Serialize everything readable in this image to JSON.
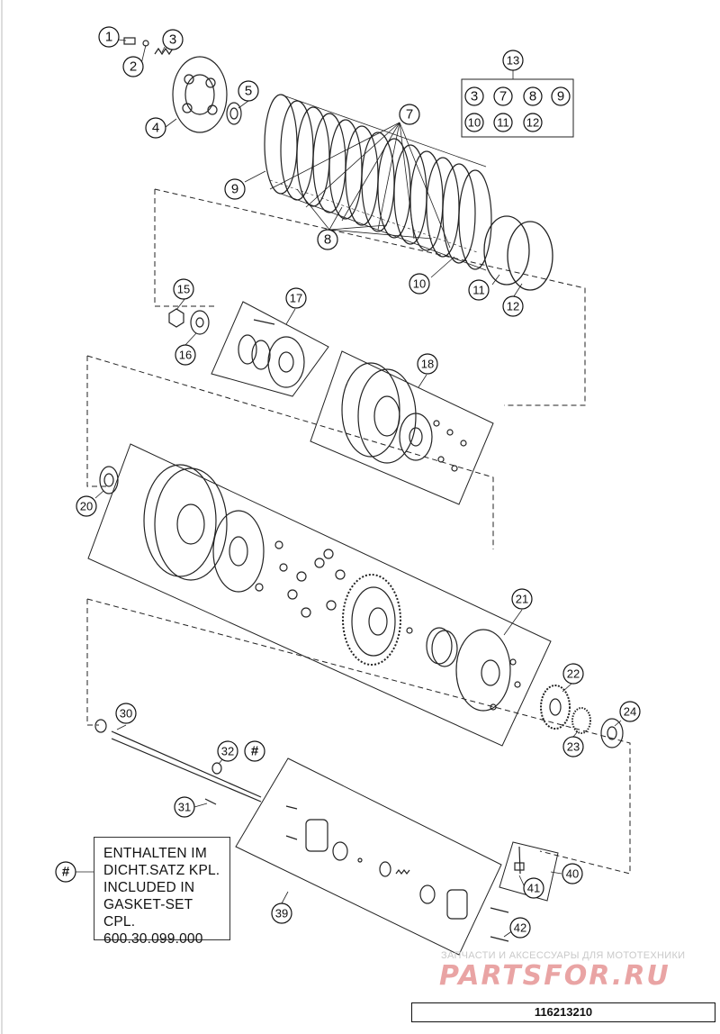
{
  "callouts": {
    "c1": "1",
    "c2": "2",
    "c3": "3",
    "c4": "4",
    "c5": "5",
    "c7": "7",
    "c8": "8",
    "c9": "9",
    "c10": "10",
    "c11": "11",
    "c12": "12",
    "c13": "13",
    "c15": "15",
    "c16": "16",
    "c17": "17",
    "c18": "18",
    "c20": "20",
    "c21": "21",
    "c22": "22",
    "c23": "23",
    "c24": "24",
    "c30": "30",
    "c31": "31",
    "c32": "32",
    "c39": "39",
    "c40": "40",
    "c41": "41",
    "c42": "42",
    "hash": "#",
    "hash2": "#"
  },
  "kit_box": {
    "row1": [
      "3",
      "7",
      "8",
      "9"
    ],
    "row2": [
      "10",
      "11",
      "12"
    ]
  },
  "note": {
    "line1": "ENTHALTEN IM",
    "line2": "DICHT.SATZ KPL.",
    "line3": "INCLUDED IN",
    "line4": "GASKET-SET CPL.",
    "line5": "600.30.099.000"
  },
  "watermark": {
    "top": "ЗАПЧАСТИ И АКСЕССУАРЫ ДЛЯ МОТОТЕХНИКИ",
    "brand": "PARTSFOR.RU"
  },
  "doc_number": "116213210",
  "colors": {
    "line": "#222222",
    "watermark_brand": "#e9a4a4",
    "watermark_text": "#c9c9c9"
  }
}
